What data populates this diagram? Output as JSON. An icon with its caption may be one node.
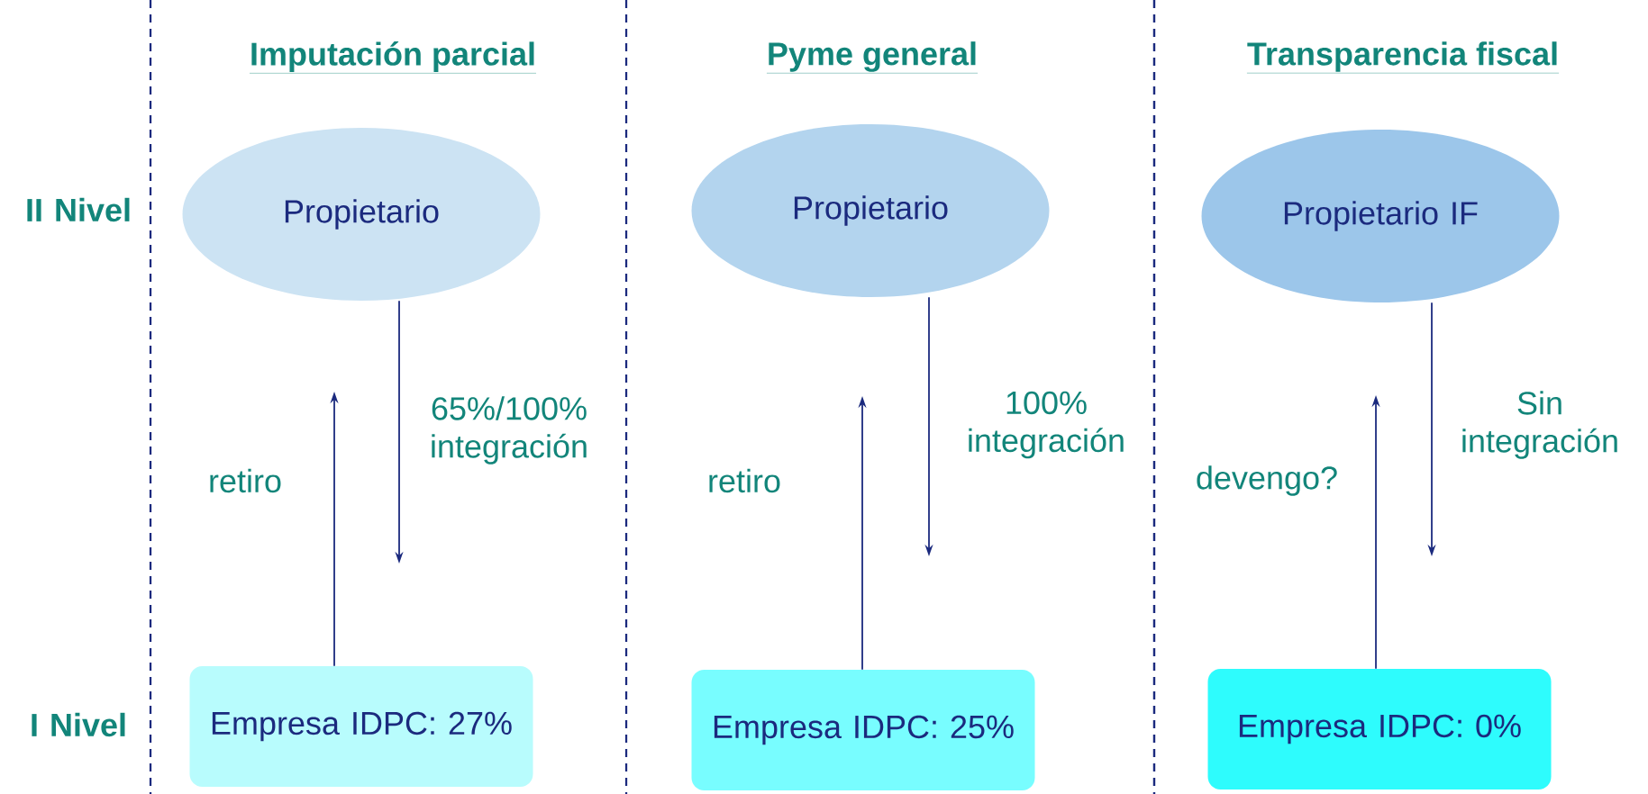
{
  "diagram": {
    "nodes": [
      {
        "text": [
          "Propietario"
        ]
      },
      {
        "text": [
          "Propietario"
        ]
      },
      {
        "text": [
          "Propietario IF"
        ]
      },
      {
        "text": [
          "Empresa IDPC: 27%"
        ]
      },
      {
        "text": [
          "Empresa IDPC: 25%"
        ]
      },
      {
        "text": [
          "Empresa IDPC: 0%"
        ]
      }
    ],
    "edges": [
      {
        "from": 3,
        "to": null,
        "arrow": "to",
        "label": "retiro"
      },
      {
        "from": 0,
        "to": null,
        "arrow": "to",
        "label": "65%/100% integración"
      },
      {
        "from": 4,
        "to": null,
        "arrow": "to",
        "label": "retiro"
      },
      {
        "from": 1,
        "to": null,
        "arrow": "to",
        "label": "100% integración"
      },
      {
        "from": 5,
        "to": null,
        "arrow": "to",
        "label": "devengo?"
      },
      {
        "from": 2,
        "to": null,
        "arrow": "to",
        "label": "Sin integración"
      }
    ],
    "labels": [
      "Imputación parcial",
      "Pyme general",
      "Transparencia fiscal",
      "II Nivel",
      "I Nivel"
    ]
  }
}
